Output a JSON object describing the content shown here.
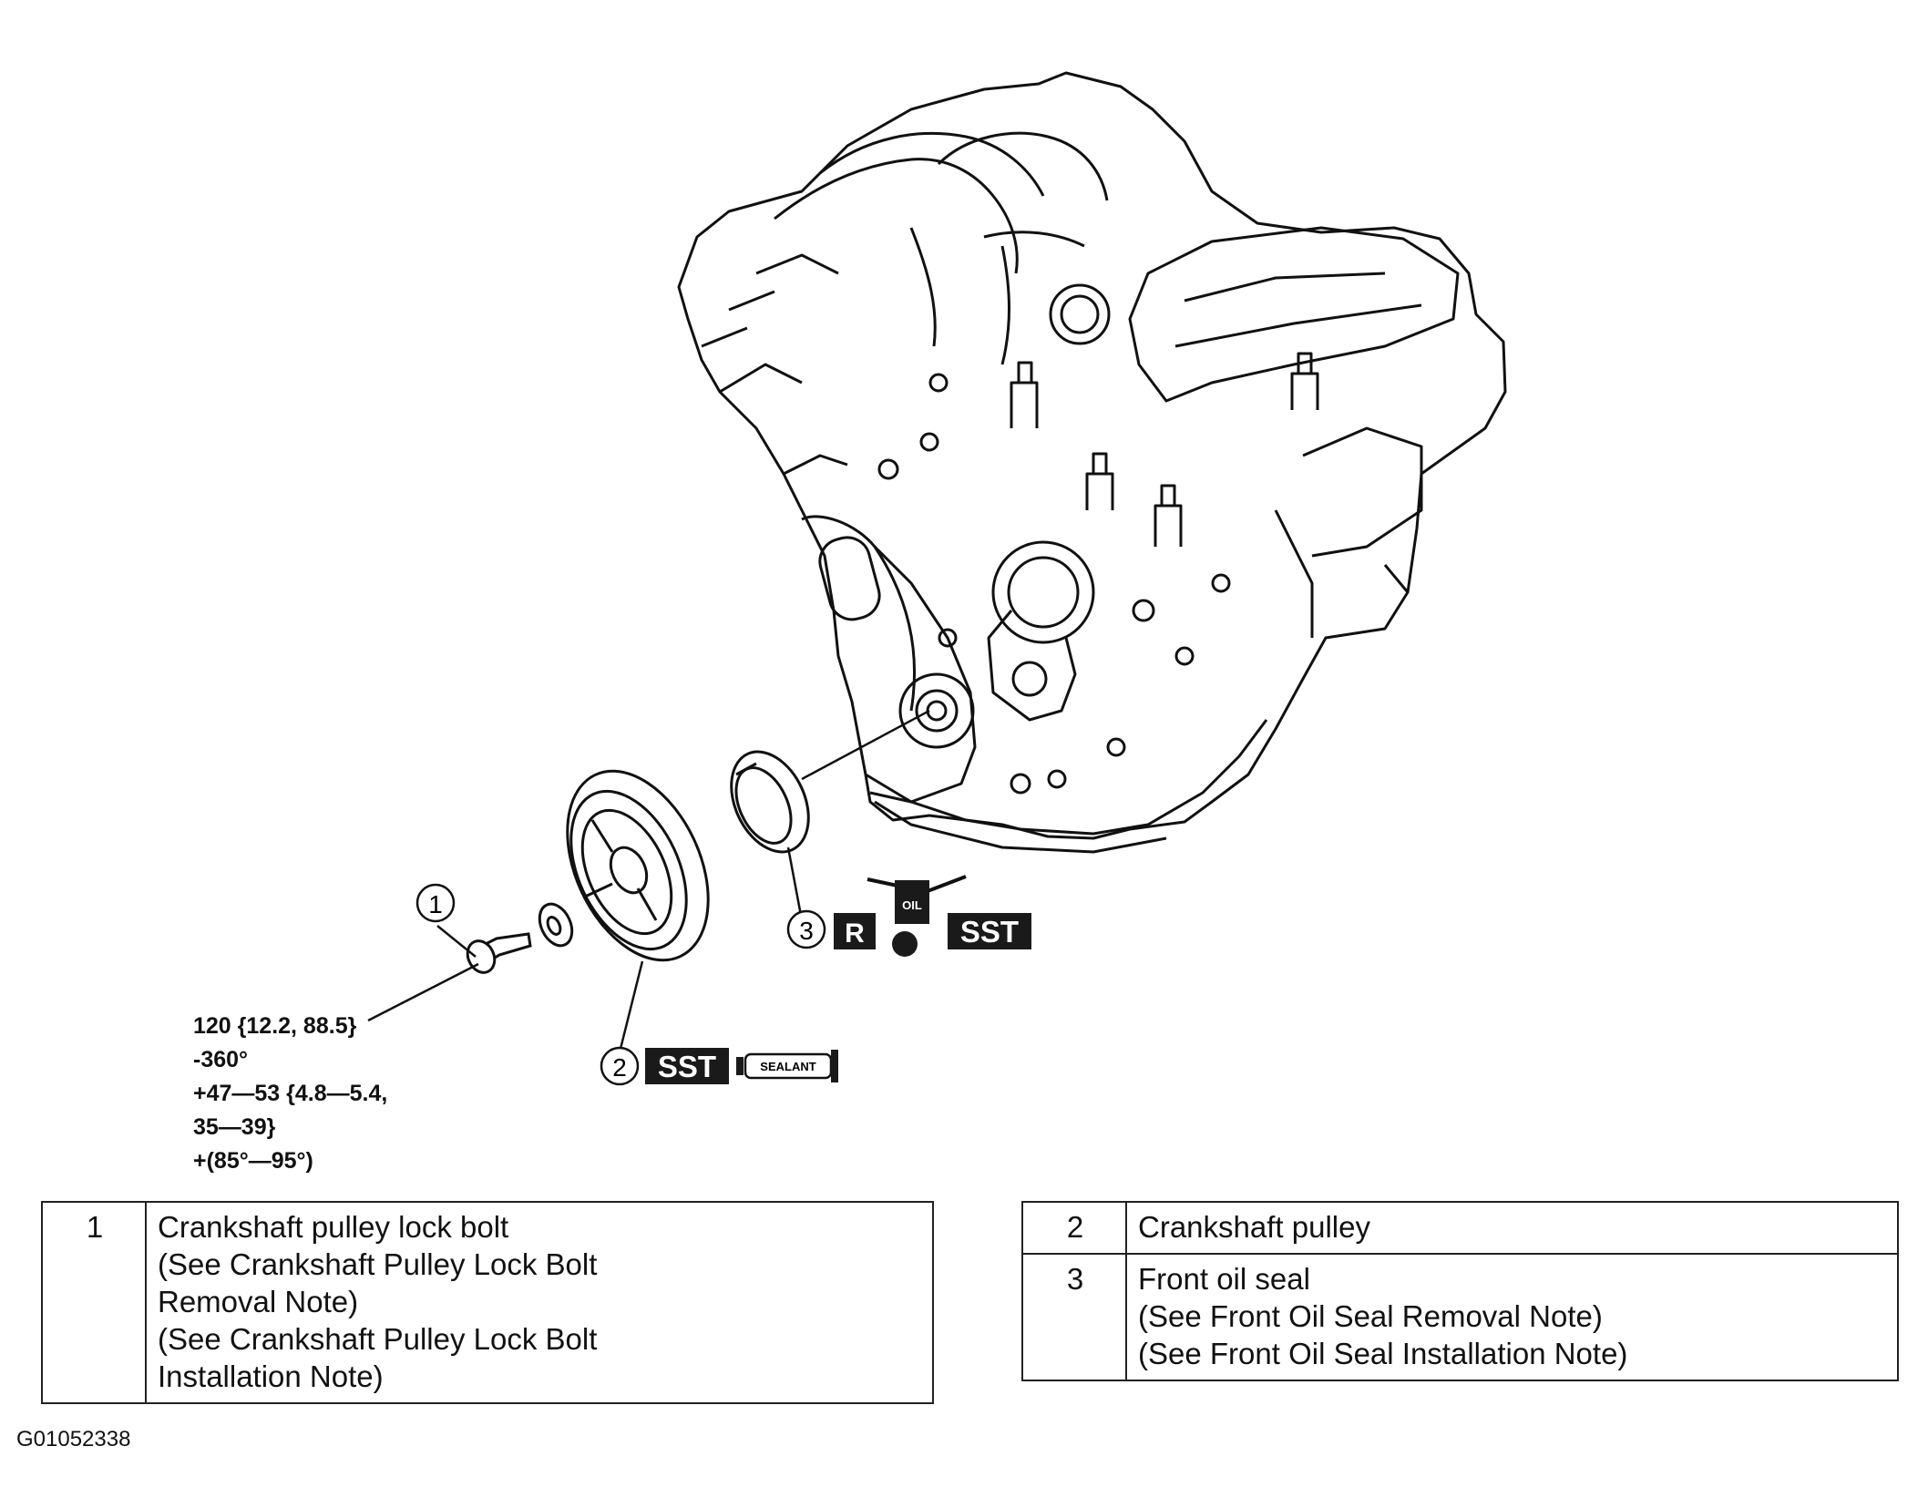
{
  "callouts": [
    {
      "number": "1"
    },
    {
      "number": "2",
      "badges": [
        "SST",
        "SEALANT"
      ]
    },
    {
      "number": "3",
      "badges": [
        "R",
        "OIL",
        "SST"
      ]
    }
  ],
  "torque_spec": {
    "lines": [
      "120 {12.2, 88.5}",
      "-360°",
      "+47—53 {4.8—5.4,",
      "35—39}",
      "+(85°—95°)"
    ]
  },
  "parts_table_left": [
    {
      "number": "1",
      "lines": [
        "Crankshaft pulley lock bolt",
        "(See Crankshaft Pulley Lock Bolt",
        "Removal Note)",
        "(See Crankshaft Pulley Lock Bolt",
        "Installation Note)"
      ]
    }
  ],
  "parts_table_right": [
    {
      "number": "2",
      "lines": [
        "Crankshaft pulley"
      ]
    },
    {
      "number": "3",
      "lines": [
        "Front oil seal",
        "(See Front Oil Seal Removal Note)",
        "(See Front Oil Seal Installation Note)"
      ]
    }
  ],
  "figure_id": "G01052338",
  "colors": {
    "ink": "#111111",
    "badge_bg": "#1a1a1a",
    "badge_text": "#ffffff"
  }
}
